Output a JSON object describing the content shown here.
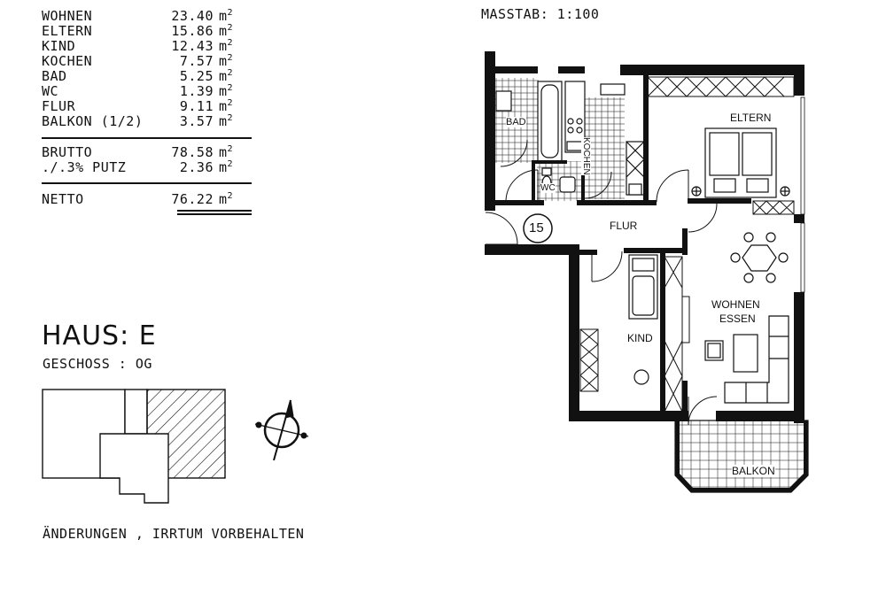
{
  "areas": {
    "unit": "m",
    "rows": [
      {
        "name": "WOHNEN",
        "value": "23.40"
      },
      {
        "name": "ELTERN",
        "value": "15.86"
      },
      {
        "name": "KIND",
        "value": "12.43"
      },
      {
        "name": "KOCHEN",
        "value": "7.57"
      },
      {
        "name": "BAD",
        "value": "5.25"
      },
      {
        "name": "WC",
        "value": "1.39"
      },
      {
        "name": "FLUR",
        "value": "9.11"
      },
      {
        "name": "BALKON (1/2)",
        "value": "3.57"
      }
    ],
    "brutto": {
      "name": "BRUTTO",
      "value": "78.58"
    },
    "putz": {
      "name": "./.3% PUTZ",
      "value": "2.36"
    },
    "netto": {
      "name": "NETTO",
      "value": "76.22"
    }
  },
  "house": {
    "title": "HAUS: E",
    "floor": "GESCHOSS : OG"
  },
  "scale": "MASSTAB: 1:100",
  "footer": "ÄNDERUNGEN , IRRTUM VORBEHALTEN",
  "plan": {
    "unit_number": "15",
    "rooms": {
      "bad": "BAD",
      "wc": "WC",
      "kochen": "KOCHEN",
      "eltern": "ELTERN",
      "flur": "FLUR",
      "kind": "KIND",
      "wohnen": "WOHNEN",
      "essen": "ESSEN",
      "balkon": "BALKON"
    }
  }
}
